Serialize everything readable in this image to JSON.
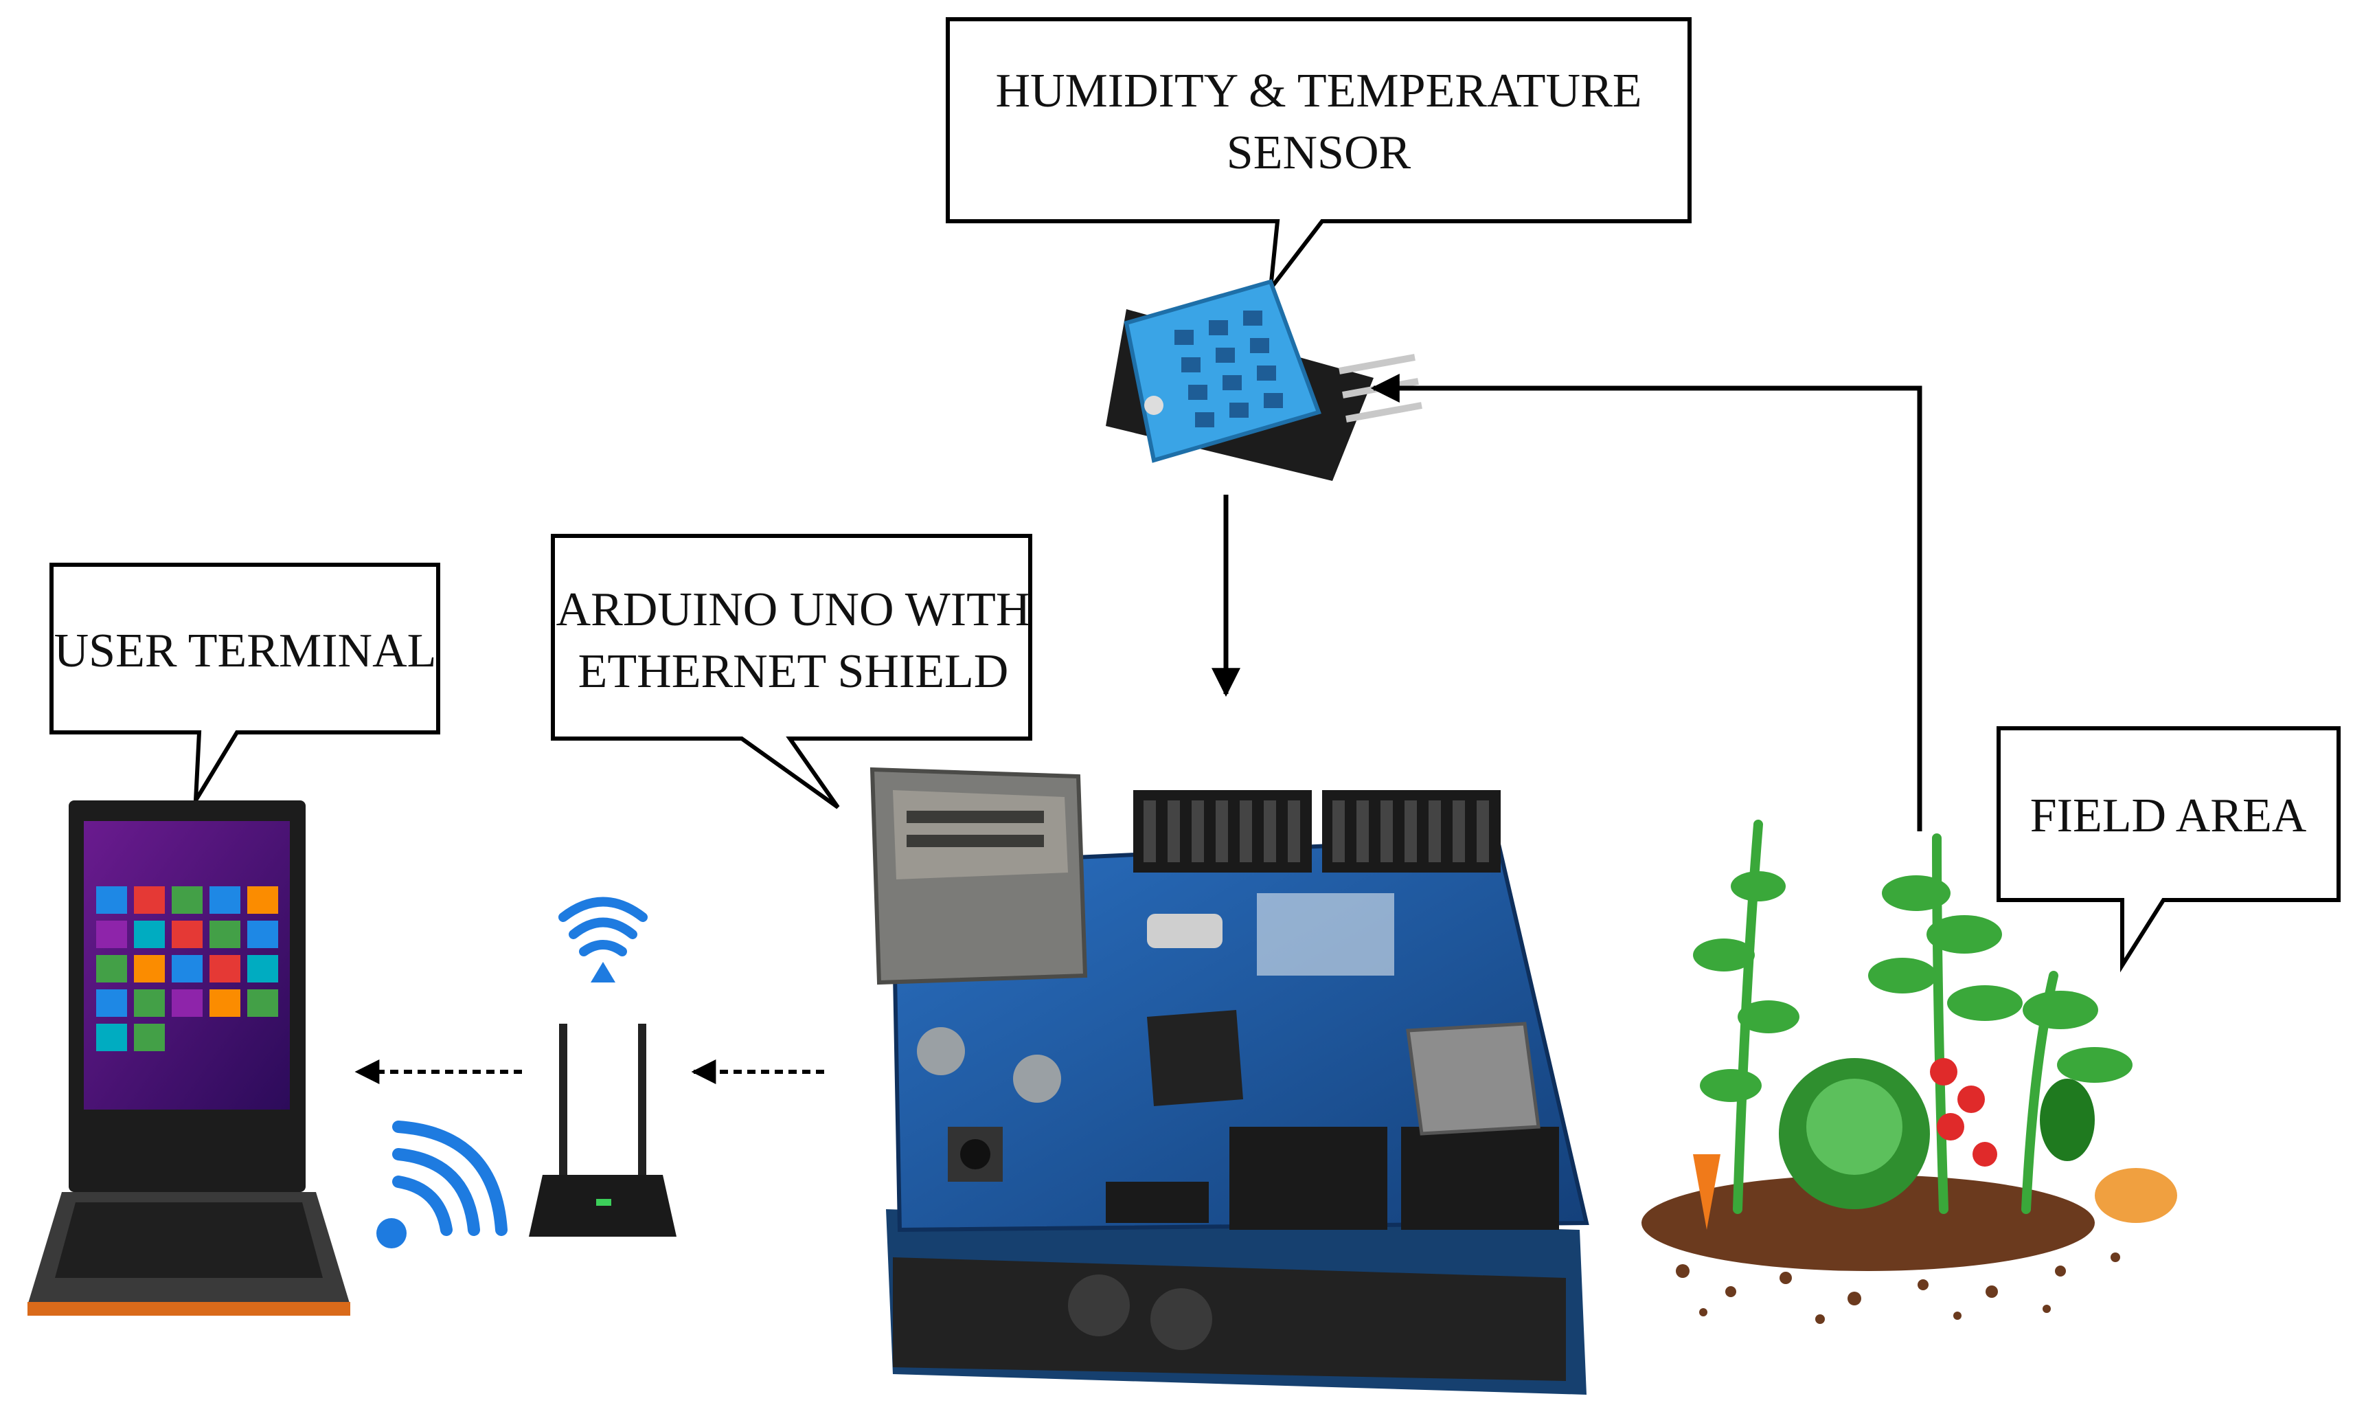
{
  "labels": {
    "sensor_line1": "HUMIDITY & TEMPERATURE",
    "sensor_line2": "SENSOR",
    "arduino_line1": "ARDUINO UNO WITH",
    "arduino_line2": "ETHERNET SHIELD",
    "user_terminal": "USER TERMINAL",
    "field_area": "FIELD AREA"
  },
  "icons": [
    "dht-sensor-icon",
    "arduino-ethernet-board-icon",
    "wifi-router-icon",
    "wifi-signal-icon",
    "laptop-icon",
    "vegetable-field-icon"
  ],
  "colors": {
    "sensor_blue": "#3aa4e6",
    "board_blue": "#1e5fa8",
    "header_black": "#1a1a1a",
    "wifi_blue": "#1e7be0",
    "soil_brown": "#6b3a1e",
    "leaf_green": "#3aa83a",
    "laptop_orange": "#d96a1a"
  }
}
